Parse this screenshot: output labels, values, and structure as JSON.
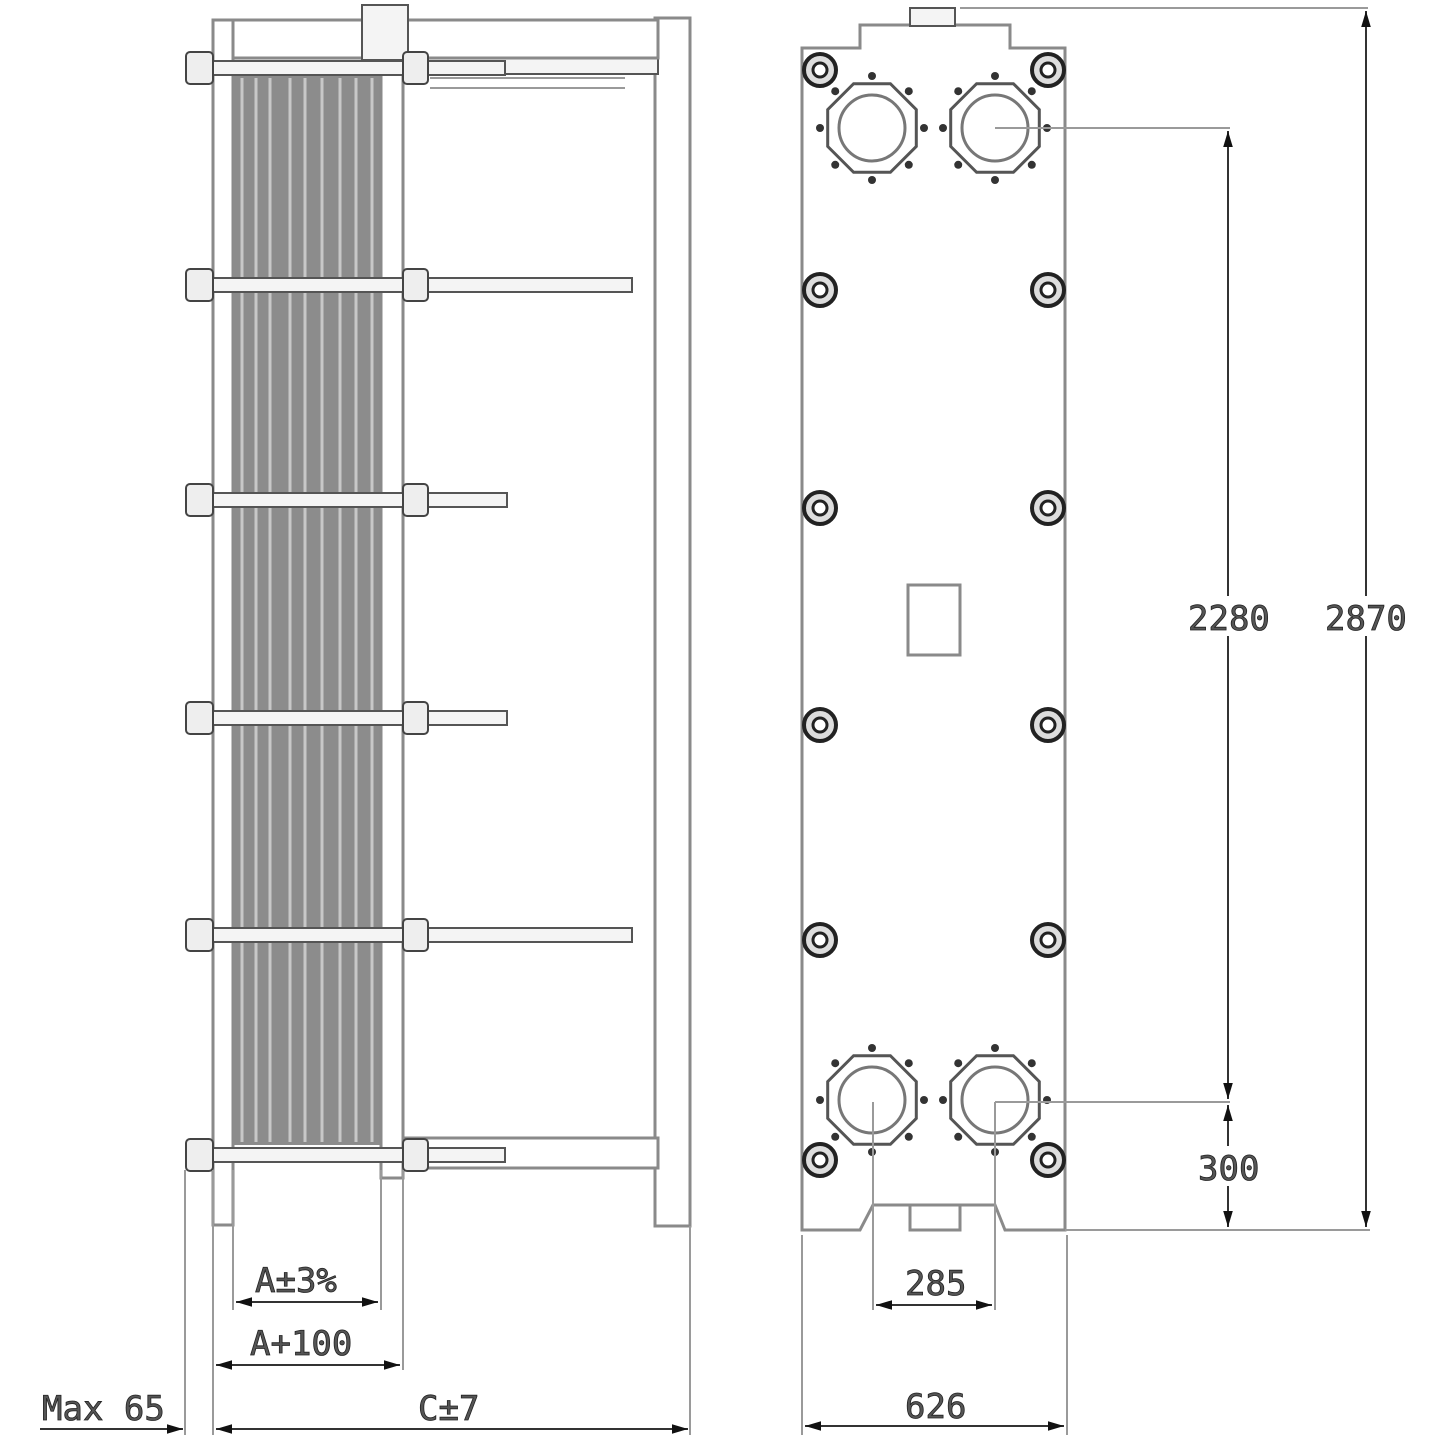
{
  "drawing": {
    "side_view": {
      "dimensions": {
        "plate_pack": "A±3%",
        "frame_inner": "A+100",
        "max_overhang": "Max 65",
        "overall_length": "C±7"
      },
      "tie_rod_count": 6
    },
    "front_view": {
      "dimensions": {
        "port_vertical_distance": "2280",
        "overall_height": "2870",
        "port_to_bottom": "300",
        "port_horizontal_distance": "285",
        "overall_width": "626"
      },
      "port_count": 4
    },
    "colors": {
      "line": "#8a8a8a",
      "plate_pack": "#8c8c8c",
      "background": "#ffffff"
    }
  }
}
